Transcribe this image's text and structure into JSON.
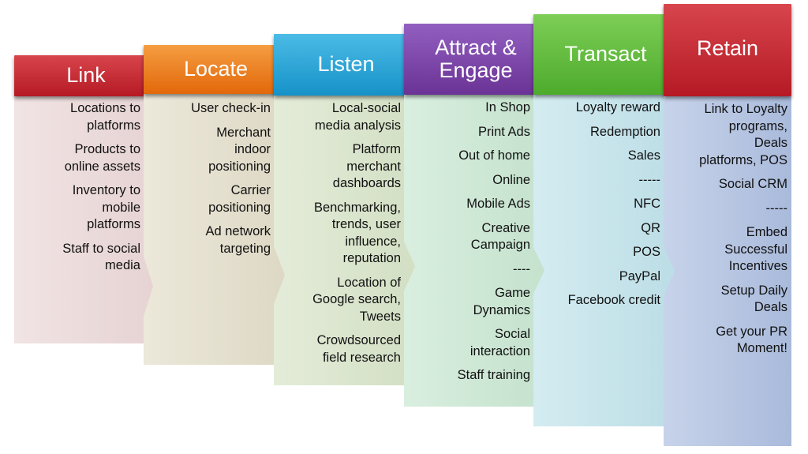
{
  "stages": [
    {
      "id": "link",
      "title": "Link",
      "header_color": "#c0202a",
      "header_color_light": "#d8454c",
      "body_color": "#e9d6d6",
      "items": [
        "Locations to\nplatforms",
        "Products to\nonline assets",
        "Inventory to\nmobile\nplatforms",
        "Staff to social\nmedia"
      ]
    },
    {
      "id": "locate",
      "title": "Locate",
      "header_color": "#e8700f",
      "header_color_light": "#f39a3e",
      "body_color": "#e6e1d2",
      "items": [
        "User check-in",
        "Merchant\nindoor\npositioning",
        "Carrier\npositioning",
        "Ad network\ntargeting"
      ]
    },
    {
      "id": "listen",
      "title": "Listen",
      "header_color": "#1a9bd1",
      "header_color_light": "#49b9e3",
      "body_color": "#dbe6cf",
      "items": [
        "Local-social\nmedia analysis",
        "Platform\nmerchant\ndashboards",
        "Benchmarking,\ntrends, user\ninfluence,\nreputation",
        "Location of\nGoogle search,\nTweets",
        "Crowdsourced\nfield research"
      ]
    },
    {
      "id": "attract-engage",
      "title": "Attract &\nEngage",
      "header_color": "#6d3a98",
      "header_color_light": "#8f5bbb",
      "body_color": "#cfe6d8",
      "items": [
        "In Shop",
        "Print Ads",
        "Out of home",
        "Online",
        "Mobile Ads",
        "Creative\nCampaign",
        "----",
        "Game\nDynamics",
        "Social\ninteraction",
        "Staff training"
      ]
    },
    {
      "id": "transact",
      "title": "Transact",
      "header_color": "#55b432",
      "header_color_light": "#7acb55",
      "body_color": "#c9e4ea",
      "items": [
        "Loyalty reward",
        "Redemption",
        "Sales",
        "-----",
        "NFC",
        "QR",
        "POS",
        "PayPal",
        "Facebook credit"
      ]
    },
    {
      "id": "retain",
      "title": "Retain",
      "header_color": "#c0202a",
      "header_color_light": "#d8454c",
      "body_color": "#b9c7e2",
      "items": [
        "Link to Loyalty\nprograms,\nDeals\nplatforms, POS",
        "Social CRM",
        "-----",
        "Embed\nSuccessful\nIncentives",
        "Setup Daily\nDeals",
        "Get your PR\nMoment!"
      ]
    }
  ]
}
